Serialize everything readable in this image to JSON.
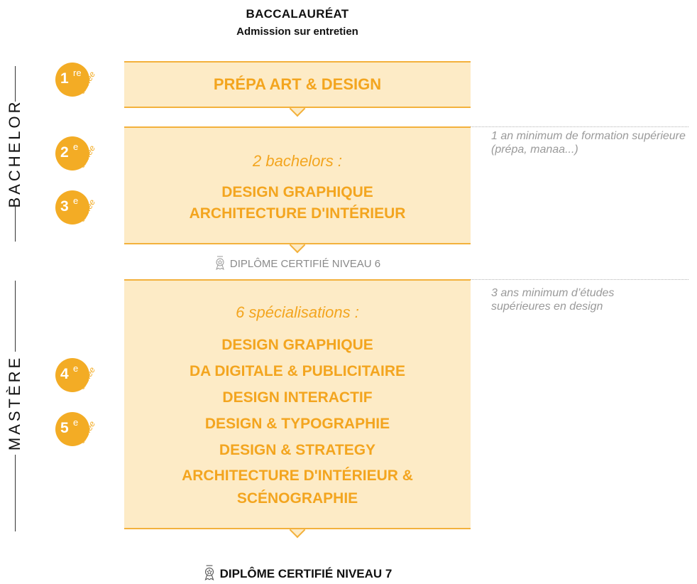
{
  "header": {
    "title": "BACCALAURÉAT",
    "subtitle": "Admission sur entretien"
  },
  "side": {
    "bachelor": "BACHELOR",
    "mastere": "MASTÈRE"
  },
  "years": [
    {
      "num": "1",
      "sup": "re",
      "label": "année"
    },
    {
      "num": "2",
      "sup": "e",
      "label": "année"
    },
    {
      "num": "3",
      "sup": "e",
      "label": "année"
    },
    {
      "num": "4",
      "sup": "e",
      "label": "année"
    },
    {
      "num": "5",
      "sup": "e",
      "label": "année"
    }
  ],
  "prepa": {
    "title": "PRÉPA ART & DESIGN"
  },
  "bachelors": {
    "intro": "2 bachelors :",
    "programs": [
      "DESIGN GRAPHIQUE",
      "ARCHITECTURE D'INTÉRIEUR"
    ],
    "note": "1 an minimum de formation supérieure (prépa, manaa...)"
  },
  "cert_bachelor": "DIPLÔME CERTIFIÉ NIVEAU 6",
  "masteres": {
    "intro": "6 spécialisations :",
    "programs": [
      "DESIGN GRAPHIQUE",
      "DA DIGITALE & PUBLICITAIRE",
      "DESIGN INTERACTIF",
      "DESIGN & TYPOGRAPHIE",
      "DESIGN & STRATEGY",
      "ARCHITECTURE D'INTÉRIEUR & SCÉNOGRAPHIE"
    ],
    "note": "3 ans minimum d’études supérieures en design"
  },
  "cert_master": "DIPLÔME CERTIFIÉ NIVEAU 7",
  "colors": {
    "accent": "#f3a51f",
    "box_fill": "#fdebc6",
    "border": "#f3b13c",
    "note": "#9a9a9a"
  },
  "icons": {
    "certificate": "ribbon-medal-icon"
  }
}
